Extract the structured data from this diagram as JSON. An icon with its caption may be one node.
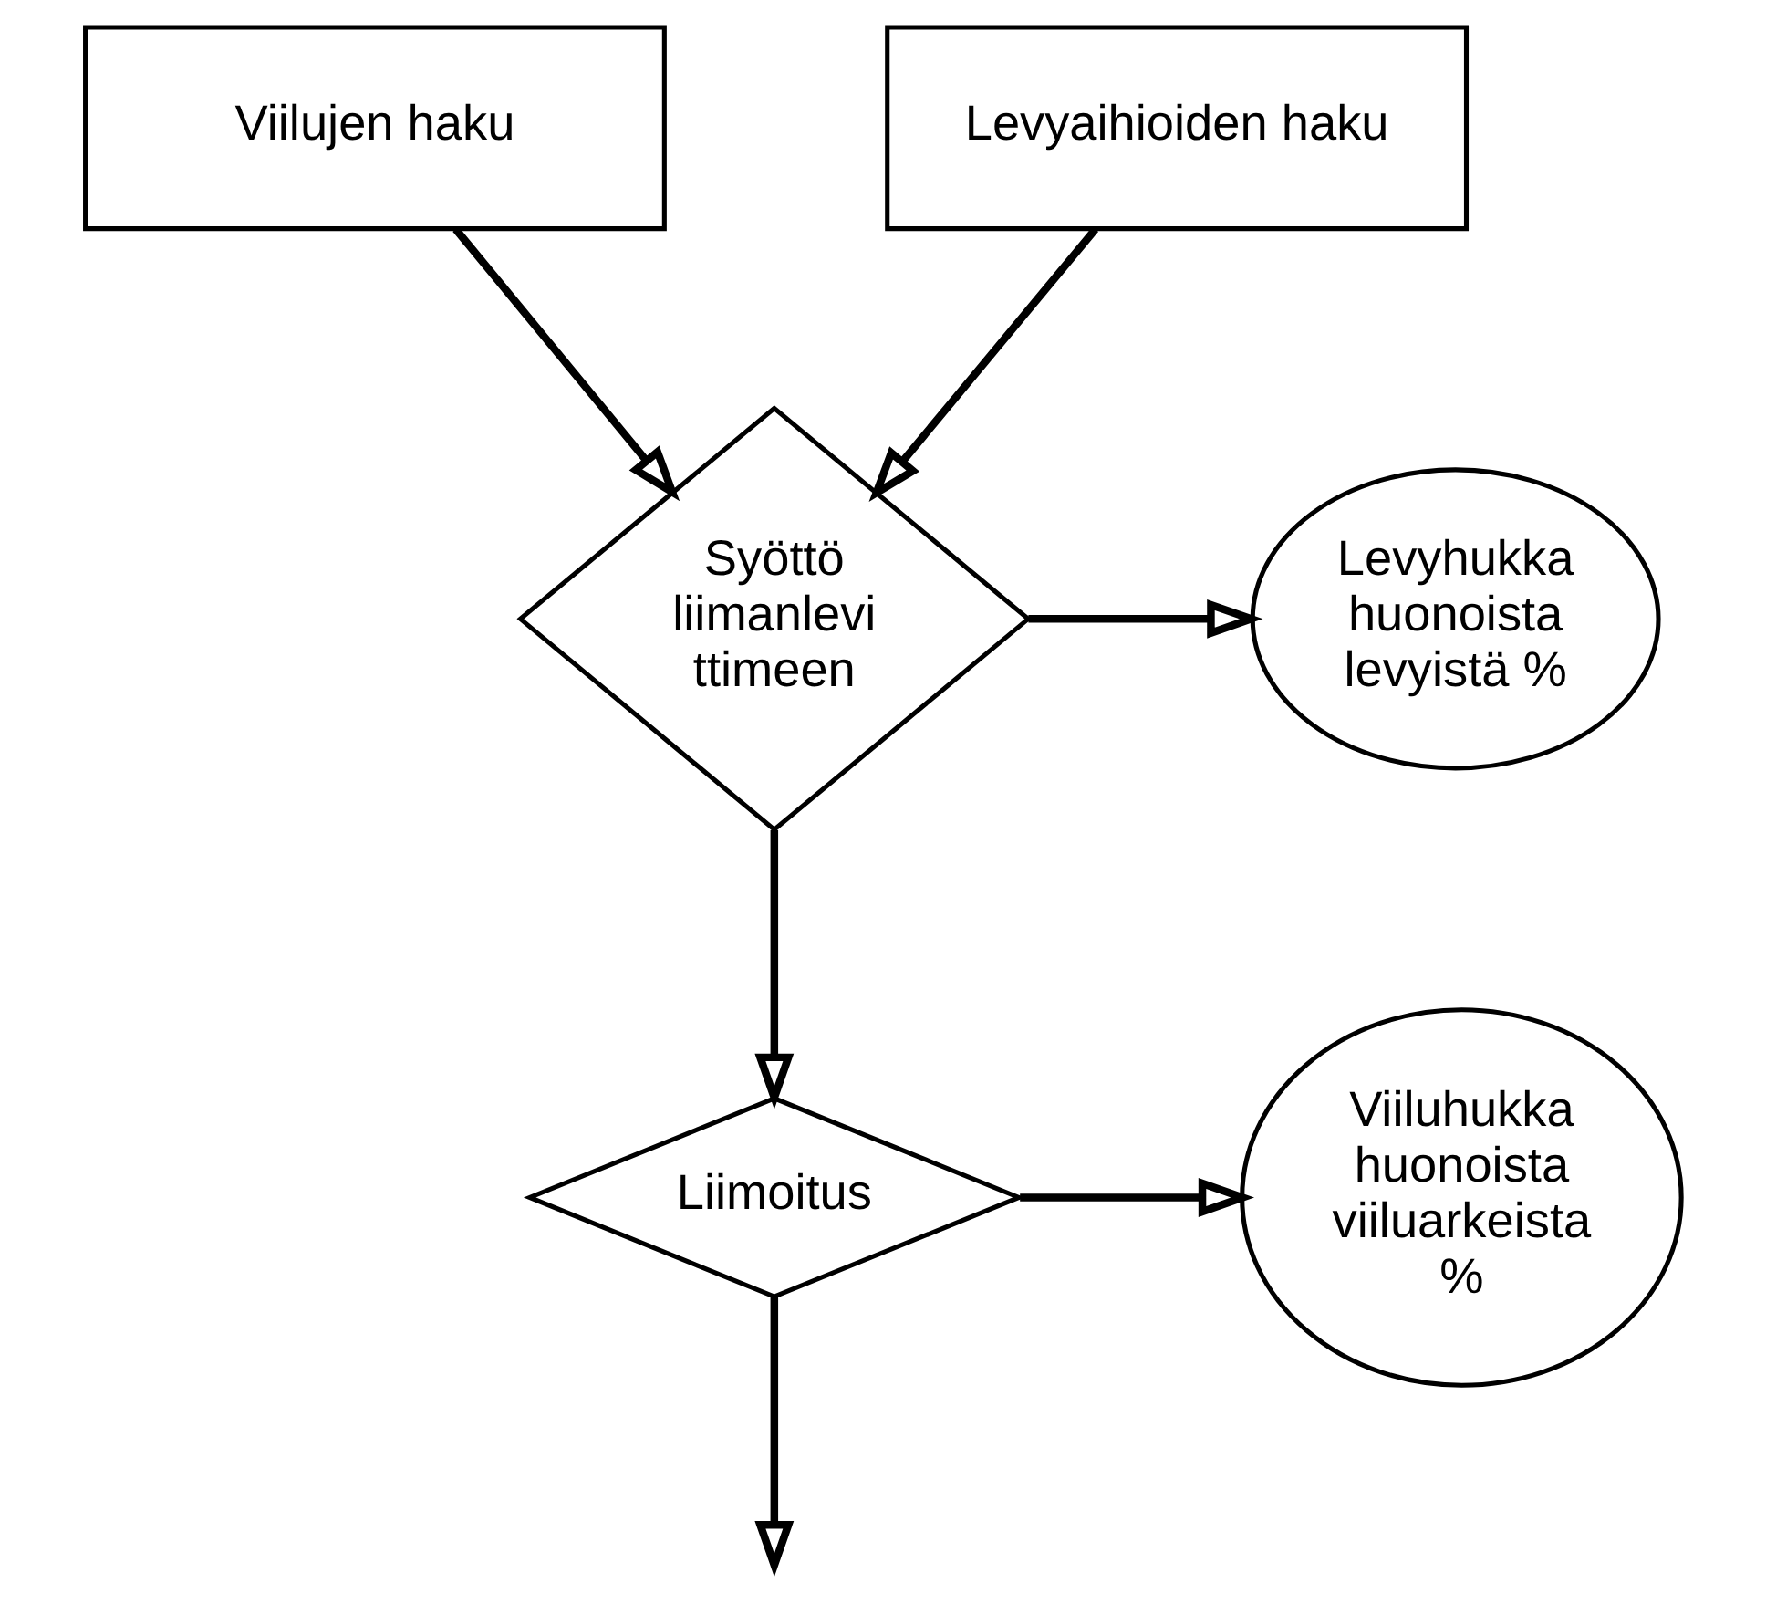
{
  "diagram": {
    "nodes": [
      {
        "text": [
          "Viilujen haku"
        ]
      },
      {
        "text": [
          "Levyaihioiden haku"
        ]
      },
      {
        "text": [
          "Syöttö liimanlevi ttimeen"
        ]
      },
      {
        "text": [
          "Levyhukka huonoista levyistä %"
        ]
      },
      {
        "text": [
          "Liimoitus"
        ]
      },
      {
        "text": [
          "Viiluhukka huonoista viiluarkeista %"
        ]
      }
    ],
    "edges": [
      {
        "from": 0,
        "to": 2,
        "arrow": "to"
      },
      {
        "from": 1,
        "to": 2,
        "arrow": "to"
      },
      {
        "from": 2,
        "to": 3,
        "arrow": "to"
      },
      {
        "from": 2,
        "to": 4,
        "arrow": "to"
      },
      {
        "from": 4,
        "to": 5,
        "arrow": "to"
      },
      {
        "from": 4,
        "to": null,
        "arrow": "to"
      }
    ]
  }
}
